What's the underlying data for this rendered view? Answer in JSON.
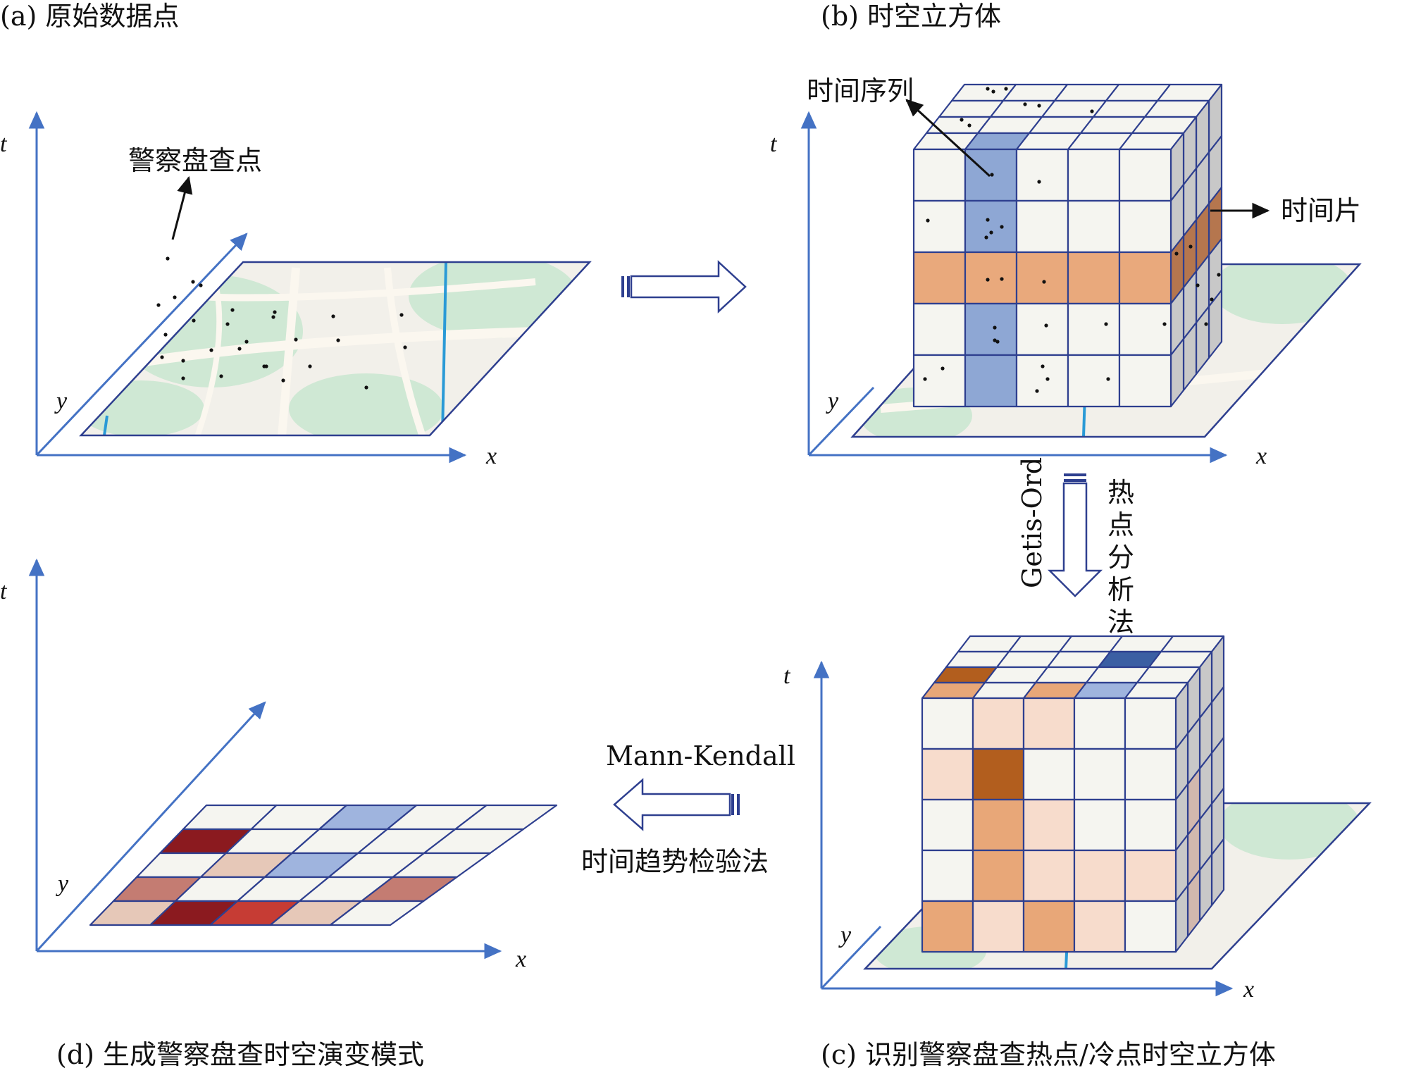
{
  "panels": {
    "a": {
      "title": "(a) 原始数据点",
      "annotation": "警察盘查点"
    },
    "b": {
      "title": "(b) 时空立方体",
      "time_series": "时间序列",
      "time_slice": "时间片"
    },
    "c": {
      "title": "(c) 识别警察盘查热点/冷点时空立方体"
    },
    "d": {
      "title": "(d) 生成警察盘查时空演变模式"
    }
  },
  "axes": {
    "t": "t",
    "x": "x",
    "y": "y"
  },
  "arrows": {
    "getis_ord": "Getis-Ord",
    "hotspot_method": "热点分析法",
    "mann_kendall": "Mann-Kendall",
    "trend_test": "时间趋势检验法"
  },
  "colors": {
    "axis": "#4472c4",
    "grid_line": "#2e3f8f",
    "cell_empty": "#f5f5f0",
    "series_blue": "#8ea7d4",
    "slice_orange": "#e9a97c",
    "hot_dark": "#b25e1e",
    "hot_medium": "#e8a778",
    "hot_light": "#f7dccc",
    "cold_dark": "#3b5fa3",
    "cold_light": "#9fb4de",
    "trend_dark_red": "#8b1a1f",
    "trend_red": "#c63c34",
    "trend_mauve": "#c47c72",
    "trend_pink": "#e6c8b8",
    "trend_blue": "#3b64aa",
    "map_green": "#cfe8d4"
  },
  "cube_c_front_grid": [
    [
      "e",
      "l",
      "l",
      "e",
      "e"
    ],
    [
      "l",
      "d",
      "e",
      "e",
      "e"
    ],
    [
      "e",
      "m",
      "l",
      "e",
      "e"
    ],
    [
      "e",
      "m",
      "l",
      "l",
      "l"
    ],
    [
      "m",
      "l",
      "m",
      "l",
      "e"
    ]
  ],
  "cube_c_top_grid": [
    [
      "e",
      "e",
      "e",
      "D",
      "e",
      "e"
    ],
    [
      "d",
      "e",
      "e",
      "e",
      "e",
      "e"
    ],
    [
      "m",
      "e",
      "m",
      "B",
      "e",
      "e"
    ]
  ],
  "plane_d_grid": [
    [
      "e",
      "e",
      "B",
      "e",
      "e"
    ],
    [
      "R",
      "e",
      "e",
      "e",
      "e"
    ],
    [
      "e",
      "p",
      "B",
      "e",
      "e"
    ],
    [
      "M",
      "e",
      "e",
      "e",
      "M"
    ],
    [
      "p",
      "R",
      "r",
      "p",
      "e"
    ]
  ]
}
